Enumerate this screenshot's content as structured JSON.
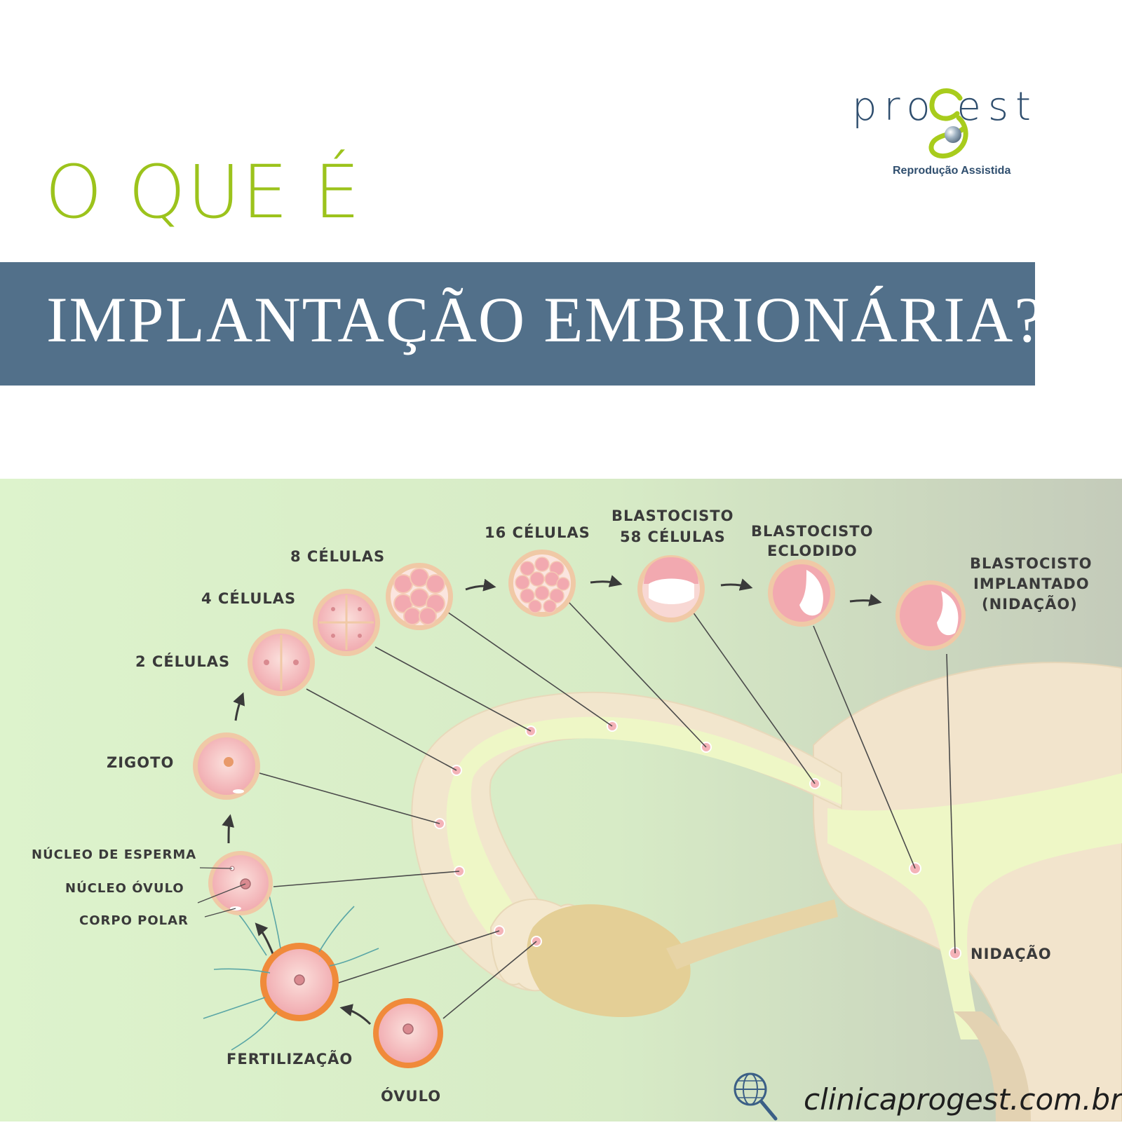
{
  "header": {
    "kicker": "O QUE É",
    "title": "IMPLANTAÇÃO EMBRIONÁRIA?"
  },
  "logo": {
    "word": "pro est",
    "tagline": "Reprodução Assistida",
    "icon": "progest-g-logo-icon"
  },
  "diagram": {
    "stages": {
      "ovulo": "ÓVULO",
      "fertilizacao": "FERTILIZAÇÃO",
      "zigoto": "ZIGOTO",
      "celulas2": "2 CÉLULAS",
      "celulas4": "4 CÉLULAS",
      "celulas8": "8 CÉLULAS",
      "celulas16": "16 CÉLULAS",
      "blasto58": [
        "BLASTOCISTO",
        "58 CÉLULAS"
      ],
      "eclodido": [
        "BLASTOCISTO",
        "ECLODIDO"
      ],
      "implantado": [
        "BLASTOCISTO",
        "IMPLANTADO",
        "(NIDAÇÃO)"
      ],
      "nidacao": "NIDAÇÃO"
    },
    "zygote_parts": {
      "sperm_nucleus": "NÚCLEO DE ESPERMA",
      "egg_nucleus": "NÚCLEO ÓVULO",
      "polar_body": "CORPO POLAR"
    },
    "colors": {
      "cell_fill": "#f4b3b8",
      "cell_border": "#f0c9a6",
      "egg_ring": "#f08a3a",
      "tract": "#f1e8c9",
      "tube_inner": "#eef7c6",
      "ovary": "#e4cf96",
      "background_green": "#dff2cc"
    }
  },
  "footer": {
    "url": "clinicaprogest.com.br",
    "icon": "search-globe-icon"
  }
}
